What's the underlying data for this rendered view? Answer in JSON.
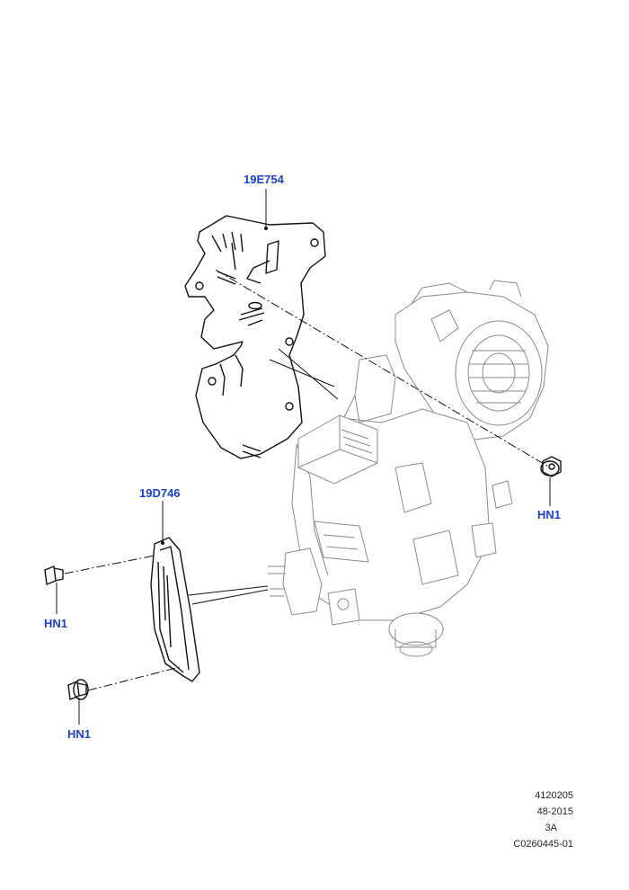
{
  "callouts": {
    "bracket_19E754": "19E754",
    "seal_19D746": "19D746",
    "nut_hn1_right": "HN1",
    "nut_hn1_left_upper": "HN1",
    "nut_hn1_left_lower": "HN1"
  },
  "reference": {
    "line1": "4120205",
    "line2": "48-2015",
    "line3": "3A",
    "line4": "C0260445-01"
  },
  "colors": {
    "callout": "#1a3fd0",
    "part_outline": "#111111",
    "assembly_outline": "#8a8a8a"
  }
}
